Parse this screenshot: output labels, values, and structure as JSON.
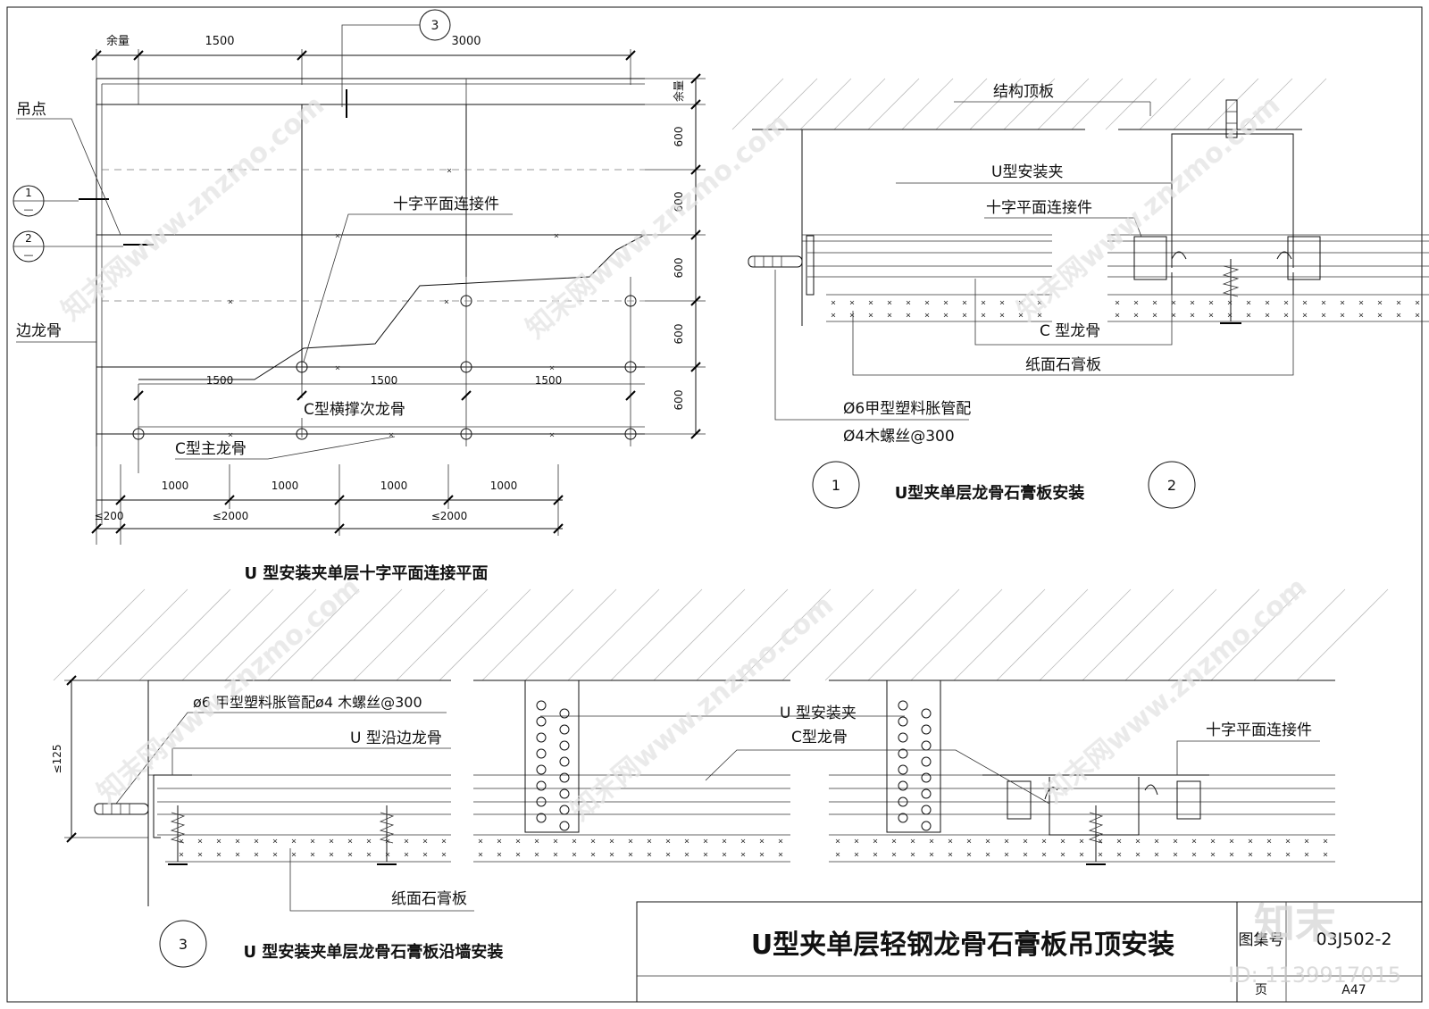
{
  "plan": {
    "top_dims": [
      "余量",
      "1500",
      "3000"
    ],
    "right_dims": [
      "余量",
      "600",
      "600",
      "600",
      "600",
      "600"
    ],
    "callout_top": "3",
    "section_marks": [
      {
        "num": "1",
        "sub": "—"
      },
      {
        "num": "2",
        "sub": "—"
      }
    ],
    "inner_dims": [
      "1500",
      "1500",
      "1500"
    ],
    "bottom_dims_1": [
      "1000",
      "1000",
      "1000",
      "1000"
    ],
    "bottom_dims_2": [
      "≤200",
      "≤2000",
      "≤2000"
    ],
    "labels": {
      "hanger_point": "吊点",
      "cross_connector": "十字平面连接件",
      "edge_keel": "边龙骨",
      "c_cross_secondary": "C型横撑次龙骨",
      "c_main_keel": "C型主龙骨"
    },
    "caption": "U 型安装夹单层十字平面连接平面"
  },
  "detail_1_2": {
    "labels": {
      "structure_slab": "结构顶板",
      "u_clip": "U型安装夹",
      "cross_connector": "十字平面连接件",
      "c_keel": "C 型龙骨",
      "gypsum_board": "纸面石膏板",
      "anchor_line1": "Ø6甲型塑料胀管配",
      "anchor_line2": "Ø4木螺丝@300"
    },
    "marks": [
      "1",
      "2"
    ],
    "caption": "U型夹单层龙骨石膏板安装"
  },
  "detail_3": {
    "height_dim": "≤125",
    "labels": {
      "anchor": "ø6 甲型塑料胀管配ø4 木螺丝@300",
      "u_edge_keel": "U 型沿边龙骨",
      "gypsum_board": "纸面石膏板",
      "u_clip": "U 型安装夹",
      "c_keel": "C型龙骨",
      "cross_connector": "十字平面连接件"
    },
    "mark": "3",
    "caption": "U 型安装夹单层龙骨石膏板沿墙安装"
  },
  "title_block": {
    "title": "U型夹单层轻钢龙骨石膏板吊顶安装",
    "atlas_label": "图集号",
    "atlas_no": "03J502-2",
    "page_label": "页",
    "page_no": "A47"
  },
  "watermark": {
    "text": "知末网www.znzmo.com",
    "logo": "知末",
    "id": "ID: 1139917015"
  }
}
